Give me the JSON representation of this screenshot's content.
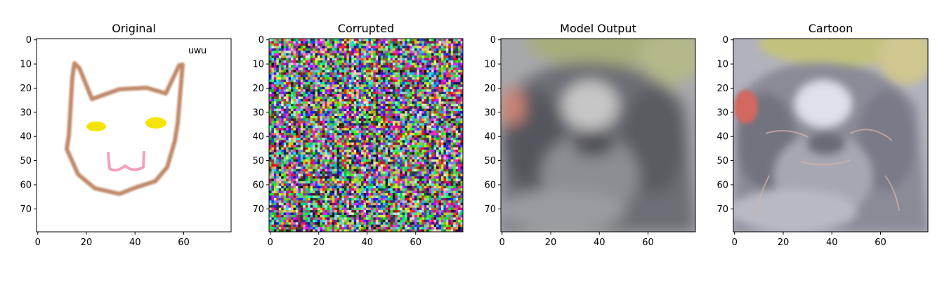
{
  "chart_data": [
    {
      "type": "image",
      "title": "Original",
      "xlim": [
        0,
        80
      ],
      "ylim": [
        80,
        0
      ],
      "xticks": [
        0,
        20,
        40,
        60
      ],
      "yticks": [
        0,
        10,
        20,
        30,
        40,
        50,
        60,
        70
      ],
      "content": "hand-drawn-cat",
      "annotation": "uwu"
    },
    {
      "type": "image",
      "title": "Corrupted",
      "xlim": [
        0,
        80
      ],
      "ylim": [
        80,
        0
      ],
      "xticks": [
        0,
        20,
        40,
        60
      ],
      "yticks": [
        0,
        10,
        20,
        30,
        40,
        50,
        60,
        70
      ],
      "content": "random-color-noise"
    },
    {
      "type": "image",
      "title": "Model Output",
      "xlim": [
        0,
        80
      ],
      "ylim": [
        80,
        0
      ],
      "xticks": [
        0,
        20,
        40,
        60
      ],
      "yticks": [
        0,
        10,
        20,
        30,
        40,
        50,
        60,
        70
      ],
      "content": "blurry-dog-face"
    },
    {
      "type": "image",
      "title": "Cartoon",
      "xlim": [
        0,
        80
      ],
      "ylim": [
        80,
        0
      ],
      "xticks": [
        0,
        20,
        40,
        60
      ],
      "yticks": [
        0,
        10,
        20,
        30,
        40,
        50,
        60,
        70
      ],
      "content": "cartoon-dog-face"
    }
  ],
  "colors": {
    "cat_outline": "#c08a6a",
    "cat_eyes": "#f5e400",
    "cat_mouth": "#f4a0c0",
    "bg_gray": "#a7a8ab",
    "dog_dark": "#56575e",
    "dog_ear": "#c98276",
    "dog_top": "#a9ad7a"
  }
}
